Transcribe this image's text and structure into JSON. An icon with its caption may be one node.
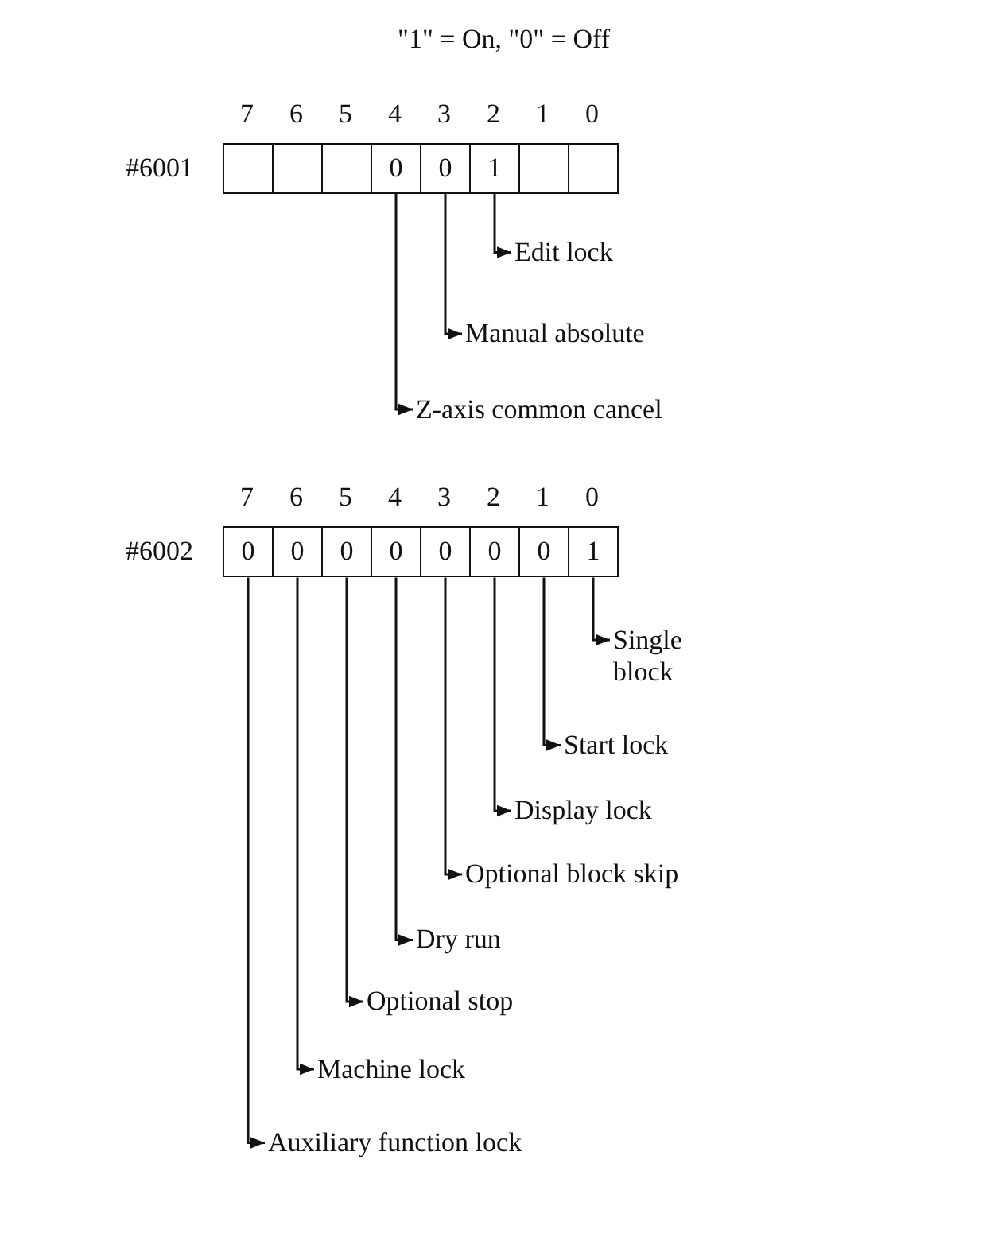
{
  "diagram": {
    "title": "\"1\" = On, \"0\" = Off",
    "nodes": [
      {
        "text": [],
        "shape": "box"
      },
      {
        "text": [],
        "shape": "box"
      },
      {
        "text": [],
        "shape": "box"
      },
      {
        "text": [
          "0"
        ]
      },
      {
        "text": [
          "0"
        ]
      },
      {
        "text": [
          "1"
        ]
      },
      {
        "text": [],
        "shape": "box"
      },
      {
        "text": [],
        "shape": "box"
      },
      {
        "text": [
          "Edit lock"
        ]
      },
      {
        "text": [
          "Manual absolute"
        ]
      },
      {
        "text": [
          "Z-axis common cancel"
        ]
      },
      {
        "text": [
          "0"
        ]
      },
      {
        "text": [
          "0"
        ]
      },
      {
        "text": [
          "0"
        ]
      },
      {
        "text": [
          "0"
        ]
      },
      {
        "text": [
          "0"
        ]
      },
      {
        "text": [
          "0"
        ]
      },
      {
        "text": [
          "0"
        ]
      },
      {
        "text": [
          "1"
        ]
      },
      {
        "text": [
          "Single block"
        ]
      },
      {
        "text": [
          "Start lock"
        ]
      },
      {
        "text": [
          "Display lock"
        ]
      },
      {
        "text": [
          "Optional block skip"
        ]
      },
      {
        "text": [
          "Dry run"
        ]
      },
      {
        "text": [
          "Optional stop"
        ]
      },
      {
        "text": [
          "Machine lock"
        ]
      },
      {
        "text": [
          "Auxiliary function lock"
        ]
      }
    ],
    "edges": [
      {
        "from": 5,
        "to": 8,
        "arrow": "to"
      },
      {
        "from": 4,
        "to": 9,
        "arrow": "to"
      },
      {
        "from": 3,
        "to": 10,
        "arrow": "to"
      },
      {
        "from": 18,
        "to": 19,
        "arrow": "to"
      },
      {
        "from": 17,
        "to": 20,
        "arrow": "to"
      },
      {
        "from": 16,
        "to": 21,
        "arrow": "to"
      },
      {
        "from": 15,
        "to": 22,
        "arrow": "to"
      },
      {
        "from": 14,
        "to": 23,
        "arrow": "to"
      },
      {
        "from": 13,
        "to": 24,
        "arrow": "to"
      },
      {
        "from": 12,
        "to": 25,
        "arrow": "to"
      },
      {
        "from": 11,
        "to": 26,
        "arrow": "to"
      }
    ],
    "labels": [
      "7",
      "6",
      "5",
      "4",
      "3",
      "2",
      "1",
      "0",
      "#6001",
      "7",
      "6",
      "5",
      "4",
      "3",
      "2",
      "1",
      "0",
      "#6002"
    ]
  }
}
